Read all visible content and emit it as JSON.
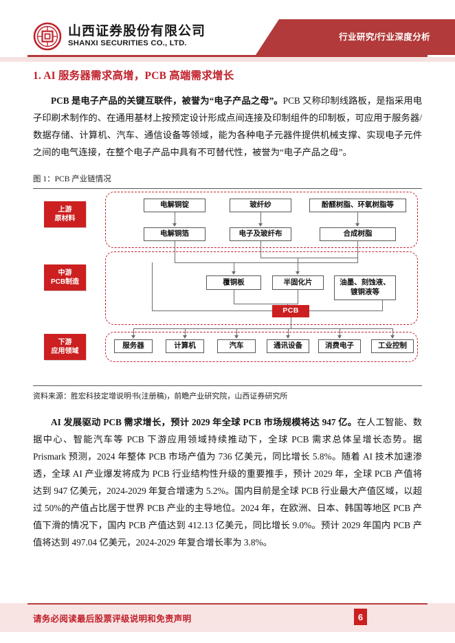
{
  "header": {
    "company_cn": "山西证券股份有限公司",
    "company_en": "SHANXI SECURITIES CO., LTD.",
    "tag": "行业研究/行业深度分析",
    "logo_icon": "shanxi-securities-seal-logo"
  },
  "section": {
    "title": "1. AI 服务器需求高增，PCB 高端需求增长"
  },
  "paragraphs": {
    "p1_lead": "PCB 是电子产品的关键互联件，被誉为“电子产品之母”。",
    "p1_rest": "PCB 又称印制线路板，是指采用电子印刷术制作的、在通用基材上按预定设计形成点间连接及印制组件的印制板，可应用于服务器/数据存储、计算机、汽车、通信设备等领域，能为各种电子元器件提供机械支撑、实现电子元件之间的电气连接，在整个电子产品中具有不可替代性，被誉为“电子产品之母”。",
    "p2_lead": "AI 发展驱动 PCB 需求增长，预计 2029 年全球 PCB 市场规模将达 947 亿。",
    "p2_rest": "在人工智能、数据中心、智能汽车等 PCB 下游应用领域持续推动下，全球 PCB 需求总体呈增长态势。据 Prismark 预测，2024 年整体 PCB 市场产值为 736 亿美元，同比增长 5.8%。随着 AI 技术加速渗透，全球 AI 产业爆发将成为 PCB 行业结构性升级的重要推手，预计 2029 年，全球 PCB 产值将达到 947 亿美元，2024-2029 年复合增速为 5.2%。国内目前是全球 PCB 行业最大产值区域，以超过 50%的产值占比居于世界 PCB 产业的主导地位。2024 年，在欧洲、日本、韩国等地区 PCB 产值下滑的情况下，国内 PCB 产值达到 412.13 亿美元，同比增长 9.0%。预计 2029 年国内 PCB 产值将达到 497.04 亿美元，2024-2029 年复合增长率为 3.8%。"
  },
  "figure": {
    "caption": "图 1：PCB 产业链情况",
    "source": "资料来源：胜宏科技定增说明书(注册稿)，前瞻产业研究院，山西证券研究所",
    "stages": [
      {
        "line1": "上游",
        "line2": "原材料"
      },
      {
        "line1": "中游",
        "line2": "PCB制造"
      },
      {
        "line1": "下游",
        "line2": "应用领域"
      }
    ],
    "upstream_row1": [
      "电解铜锭",
      "玻纤纱",
      "酚醛树脂、环氧树脂等"
    ],
    "upstream_row2": [
      "电解铜箔",
      "电子及玻纤布",
      "合成树脂"
    ],
    "midstream_nodes": [
      "覆铜板",
      "半固化片",
      "油墨、刻蚀液、\n镀铜液等"
    ],
    "midstream_ink_line1": "油墨、刻蚀液、",
    "midstream_ink_line2": "镀铜液等",
    "pcb_node": "PCB",
    "downstream": [
      "服务器",
      "计算机",
      "汽车",
      "通讯设备",
      "消费电子",
      "工业控制"
    ]
  },
  "footer": {
    "note": "请务必阅读最后股票评级说明和免责声明",
    "page": "6"
  },
  "colors": {
    "brand_red": "#cc1f20",
    "header_red": "#b23a3a",
    "title_red": "#c0202a",
    "footer_band": "#f9e4e4"
  }
}
